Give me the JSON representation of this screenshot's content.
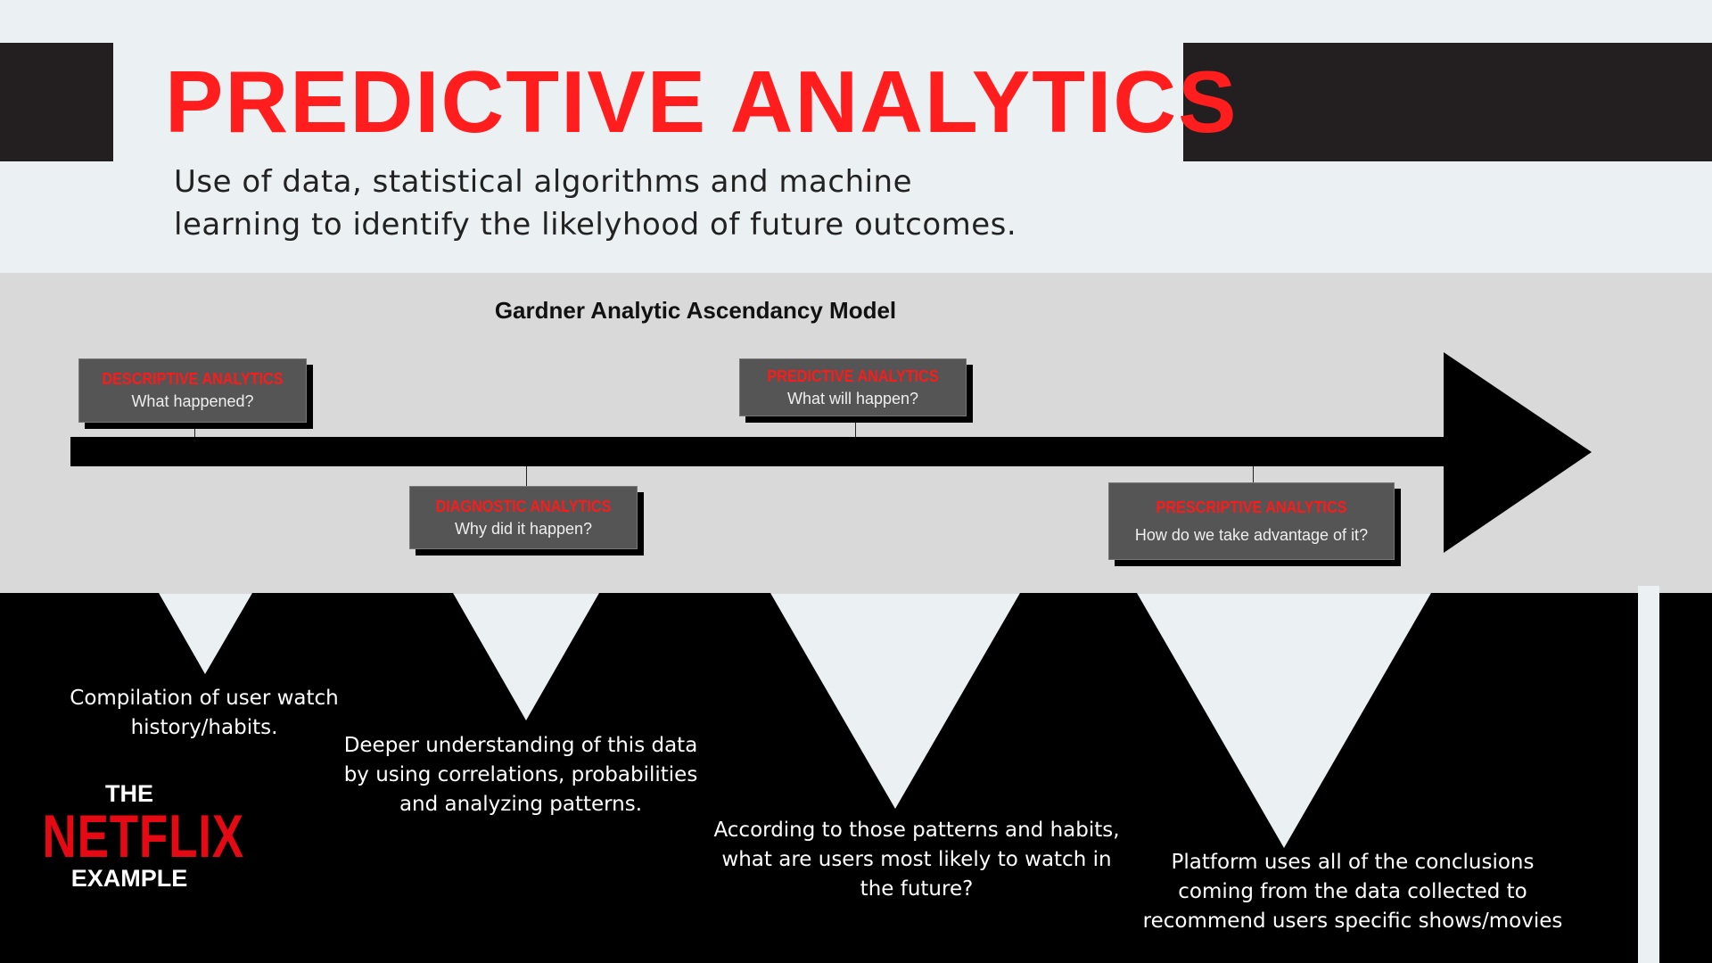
{
  "header": {
    "title": "PREDICTIVE ANALYTICS",
    "subtitle_lines": [
      "Use of data, statistical algorithms and machine",
      "learning to identify the likelyhood of future outcomes."
    ]
  },
  "model": {
    "title": "Gardner Analytic Ascendancy Model",
    "stages": [
      {
        "heading": "DESCRIPTIVE ANALYTICS",
        "question": "What happened?",
        "description": [
          "Compilation of user watch",
          "history/habits."
        ]
      },
      {
        "heading": "DIAGNOSTIC ANALYTICS",
        "question": "Why did it happen?",
        "description": [
          "Deeper understanding of this data",
          "by using correlations, probabilities",
          "and analyzing patterns."
        ]
      },
      {
        "heading": "PREDICTIVE ANALYTICS",
        "question": "What will happen?",
        "description": [
          "According to those patterns and habits,",
          "what are users most likely to watch in",
          "the future?"
        ]
      },
      {
        "heading": "PRESCRIPTIVE ANALYTICS",
        "question": "How do we take advantage of it?",
        "description": [
          "Platform uses all of the conclusions",
          "coming from the data collected to",
          "recommend users specific shows/movies"
        ]
      }
    ]
  },
  "example": {
    "the": "THE",
    "brand": "NETFLIX",
    "example": "EXAMPLE"
  },
  "colors": {
    "accent": "#ff1d1d",
    "netflix": "#e50914",
    "dark": "#231f20"
  }
}
